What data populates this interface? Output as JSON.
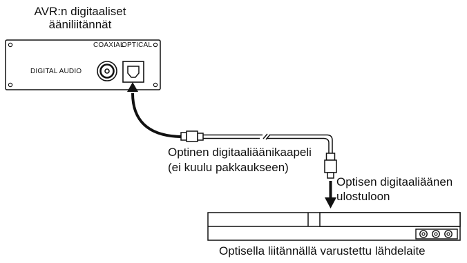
{
  "avr": {
    "title_line1": "AVR:n digitaaliset",
    "title_line2": "ääniliitännät",
    "panel_label": "DIGITAL AUDIO",
    "coaxial_label": "COAXIAL",
    "optical_label": "OPTICAL"
  },
  "cable": {
    "label_line1": "Optinen digitaaliäänikaapeli",
    "label_line2": "(ei kuulu pakkaukseen)"
  },
  "output": {
    "label_line1": "Optisen digitaaliäänen",
    "label_line2": "ulostuloon"
  },
  "source": {
    "label": "Optisella liitännällä varustettu lähdelaite"
  }
}
